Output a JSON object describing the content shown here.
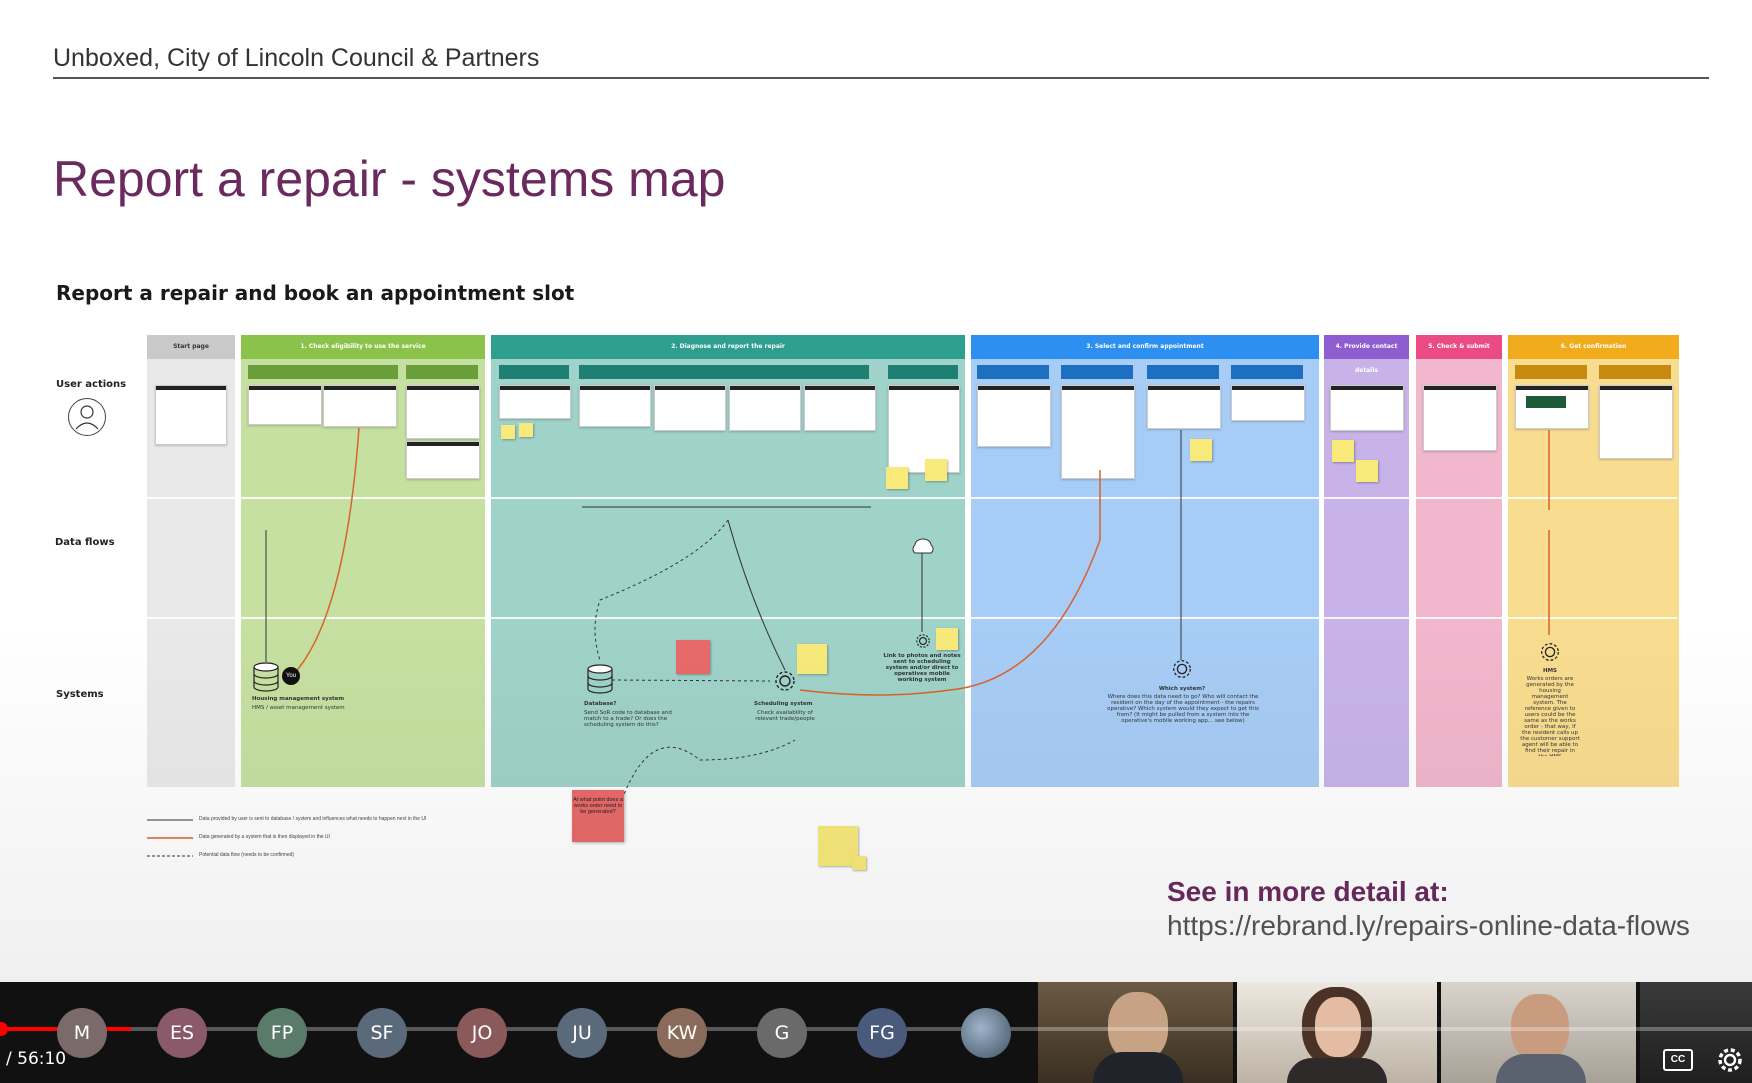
{
  "slide": {
    "header": "Unboxed, City of Lincoln Council & Partners",
    "title": "Report a repair - systems map",
    "map_heading": "Report a repair and book an appointment slot",
    "row_labels": {
      "user_actions": "User actions",
      "data_flows": "Data flows",
      "systems": "Systems"
    },
    "phases": [
      {
        "label": "Start page",
        "color": "#c9c9c9",
        "body": "#e9e9e9"
      },
      {
        "label": "1. Check eligibility to use the service",
        "color": "#8bc34a",
        "body": "#c5e0a1"
      },
      {
        "label": "2. Diagnose and report the repair",
        "color": "#2e9e8e",
        "body": "#9fd2c9"
      },
      {
        "label": "3. Select and confirm appointment",
        "color": "#2d8ff0",
        "body": "#a7ccf5"
      },
      {
        "label": "4. Provide contact details",
        "color": "#8e5ed0",
        "body": "#c7b3e8"
      },
      {
        "label": "5. Check & submit",
        "color": "#e94b82",
        "body": "#f1b7cc"
      },
      {
        "label": "6. Get confirmation",
        "color": "#f0ac1c",
        "body": "#f8dc8f"
      }
    ],
    "systems": {
      "housing": "Housing management system",
      "housing_sub": "HMS / asset management system",
      "you_badge": "You",
      "database": "Database?",
      "database_sub": "Send SoR code to database and match to a trade? Or does the scheduling system do this?",
      "scheduling": "Scheduling system",
      "scheduling_sub": "Check availability of relevant trade/people",
      "photos": "Link to photos and notes sent to scheduling system and/or direct to operatives mobile working system",
      "which": "Which system?",
      "which_sub": "Where does this data need to go? Who will contact the resident on the day of the appointment - the repairs operative? Which system would they expect to get this from? (It might be pulled from a system into the operative's mobile working app... see below)",
      "hms": "HMS",
      "hms_sub": "Works orders are generated by the housing management system. The reference given to users could be the same as the works order - that way, if the resident calls up the customer support agent will be able to find their repair in the HMS"
    },
    "works_order_note": "At what point does a works order need to be generated?",
    "legend": [
      "Data provided by user is sent to database / system and influences what needs to happen next in the UI",
      "Data generated by a system that is then displayed in the UI",
      "Potential data flow (needs to be confirmed)"
    ],
    "detail_title": "See in more detail at:",
    "detail_url": "https://rebrand.ly/repairs-online-data-flows"
  },
  "player": {
    "time": "/ 56:10",
    "progress": 0.075,
    "avatars": [
      {
        "initials": "M",
        "color": "#7a6a6a"
      },
      {
        "initials": "ES",
        "color": "#8a5a6a"
      },
      {
        "initials": "FP",
        "color": "#5a7a6a"
      },
      {
        "initials": "SF",
        "color": "#5a6a7a"
      },
      {
        "initials": "JO",
        "color": "#8a5a5a"
      },
      {
        "initials": "JU",
        "color": "#5a6a7a"
      },
      {
        "initials": "KW",
        "color": "#8a6a5a"
      },
      {
        "initials": "G",
        "color": "#6a6a6a"
      },
      {
        "initials": "FG",
        "color": "#4a5a7a"
      }
    ],
    "cc_label": "CC"
  }
}
